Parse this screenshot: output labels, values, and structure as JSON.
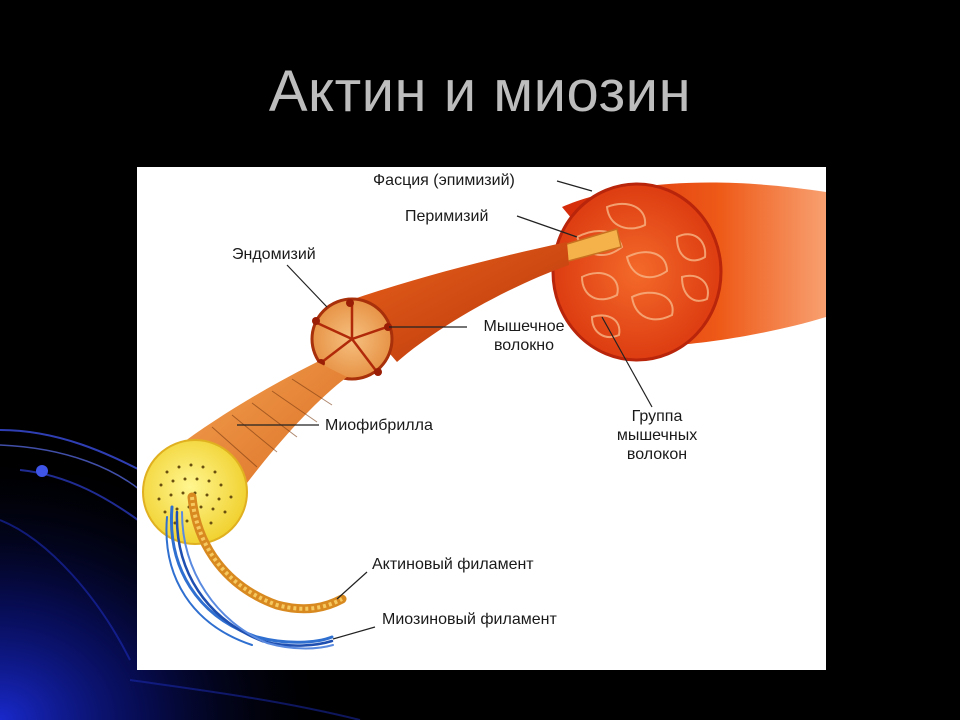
{
  "slide": {
    "title": "Актин и миозин"
  },
  "diagram": {
    "labels": {
      "fascia": "Фасция (эпимизий)",
      "perimysium": "Перимизий",
      "endomysium": "Эндомизий",
      "muscle_fiber_1": "Мышечное",
      "muscle_fiber_2": "волокно",
      "myofibril": "Миофибрилла",
      "fiber_group_1": "Группа",
      "fiber_group_2": "мышечных",
      "fiber_group_3": "волокон",
      "actin_filament": "Актиновый филамент",
      "myosin_filament": "Миозиновый филамент"
    }
  },
  "colors": {
    "background": "#000000",
    "title": "#bdbdbd",
    "muscle_red": "#e0300c",
    "muscle_orange": "#f0781e",
    "myofibril_yellow": "#f7e34a",
    "myosin_blue": "#2f6fd0",
    "accent_blue": "#1030c8"
  }
}
